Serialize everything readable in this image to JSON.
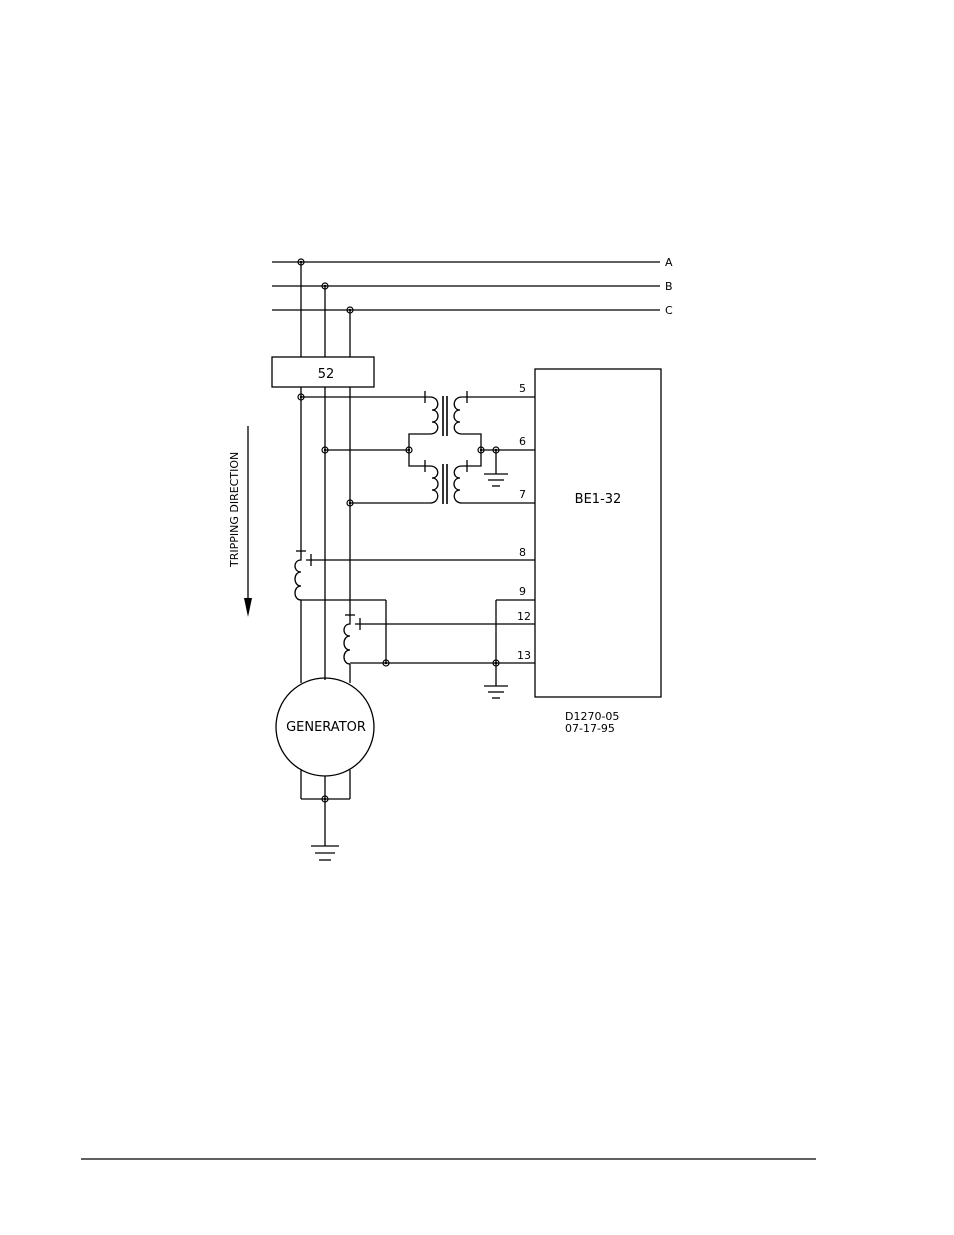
{
  "bus_labels": {
    "a": "A",
    "b": "B",
    "c": "C"
  },
  "breaker": {
    "label": "52"
  },
  "relay": {
    "label": "BE1-32"
  },
  "terminals": {
    "t5": "5",
    "t6": "6",
    "t7": "7",
    "t8": "8",
    "t9": "9",
    "t12": "12",
    "t13": "13"
  },
  "tripping_direction": "TRIPPING DIRECTION",
  "generator": {
    "label": "GENERATOR"
  },
  "drawing": {
    "number": "D1270-05",
    "date": "07-17-95"
  }
}
